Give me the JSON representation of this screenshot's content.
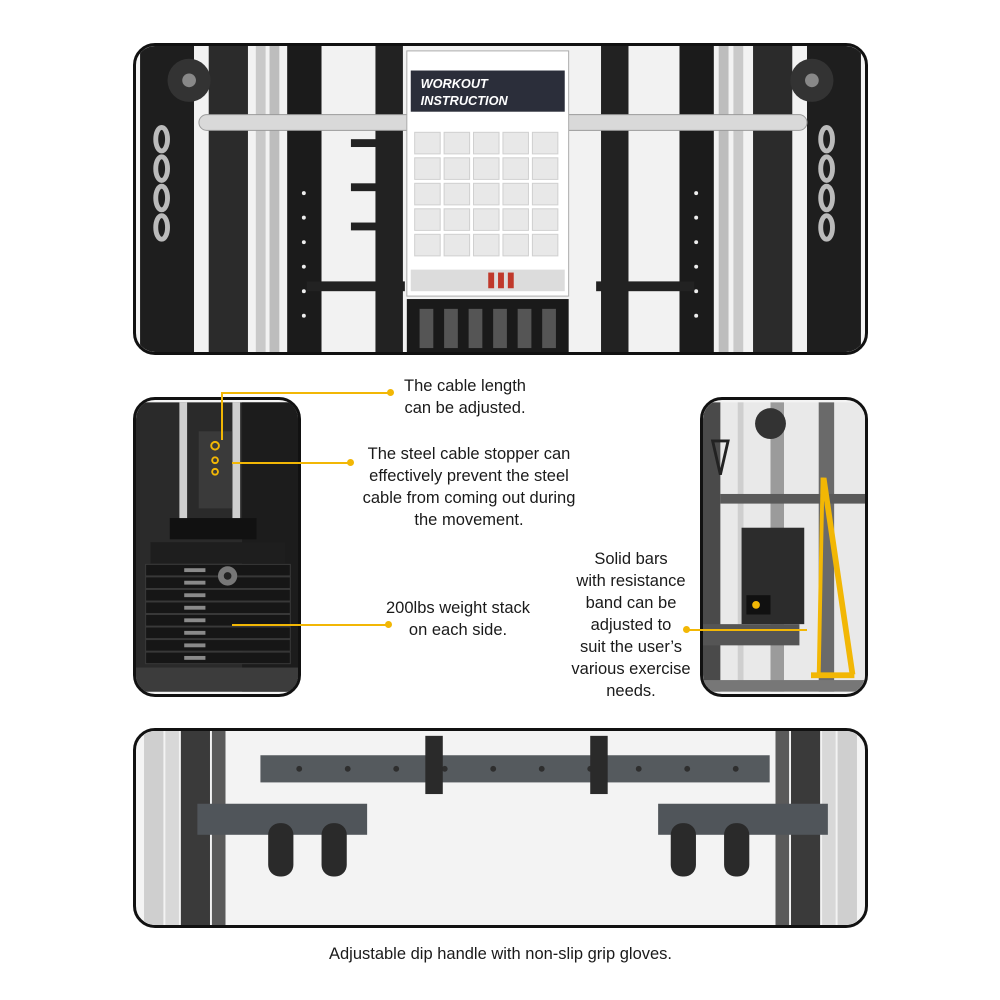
{
  "poster": {
    "title_line1": "WORKOUT",
    "title_line2": "INSTRUCTION"
  },
  "callouts": {
    "cable_length": "The cable length\ncan be adjusted.",
    "cable_stopper": "The steel cable stopper can\neffectively prevent the steel\ncable from coming out during\nthe movement.",
    "weight_stack": "200lbs weight stack\non each side.",
    "solid_bars": "Solid bars\nwith resistance\nband can be\nadjusted to\nsuit the user’s\nvarious exercise\nneeds."
  },
  "caption": "Adjustable dip handle with non-slip grip gloves.",
  "colors": {
    "accent": "#f2b705",
    "frame_dark": "#1c1c1c",
    "frame_grey": "#555a5e",
    "border": "#111111"
  }
}
